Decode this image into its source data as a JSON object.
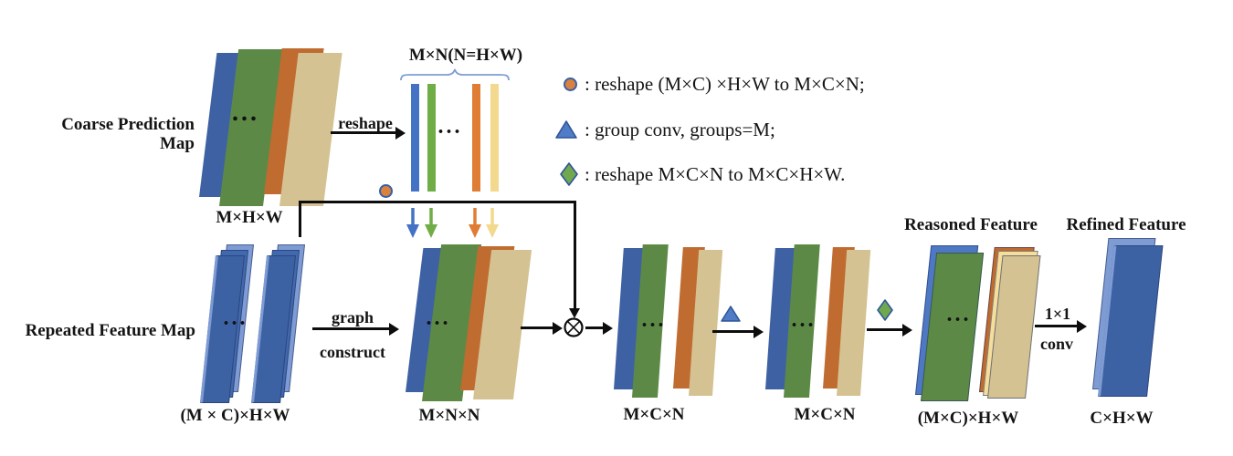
{
  "diagram": {
    "coarse": {
      "title": "Coarse Prediction Map",
      "dim": "M×H×W"
    },
    "repeated": {
      "title": "Repeated Feature Map",
      "dim": "(M × C)×H×W"
    },
    "reshape_label": "reshape",
    "bars_title": "M×N(N=H×W)",
    "graph_label": "graph",
    "construct_label": "construct",
    "graph_out_dim": "M×N×N",
    "mult_out_dim": "M×C×N",
    "groupconv_out_dim": "M×C×N",
    "reasoned": {
      "title": "Reasoned Feature",
      "dim": "(M×C)×H×W"
    },
    "conv_label_top": "1×1",
    "conv_label_bottom": "conv",
    "refined": {
      "title": "Refined Feature",
      "dim": "C×H×W"
    },
    "ellipsis": "..."
  },
  "legend": {
    "items": [
      {
        "symbol": "orange-circle",
        "text": ": reshape (M×C) ×H×W to M×C×N;"
      },
      {
        "symbol": "blue-triangle",
        "text": ": group conv, groups=M;"
      },
      {
        "symbol": "green-diamond",
        "text": ": reshape M×C×N to M×C×H×W."
      }
    ]
  },
  "colors": {
    "panel_blue": "#3E61A3",
    "panel_green": "#5C8A46",
    "panel_orange": "#C06B30",
    "panel_tan": "#D5C292",
    "edge_light_blue": "#7E9BD3",
    "bar_blue": "#4472C4",
    "bar_green": "#70AD47",
    "bar_orange": "#E07D35",
    "bar_yellow": "#F2D98E",
    "symbol_circle_fill": "#D9813F",
    "symbol_triangle_fill": "#4F7BC7",
    "symbol_diamond_fill": "#6FA84F",
    "symbol_border": "#2F5597",
    "line_black": "#0d0d0d"
  }
}
